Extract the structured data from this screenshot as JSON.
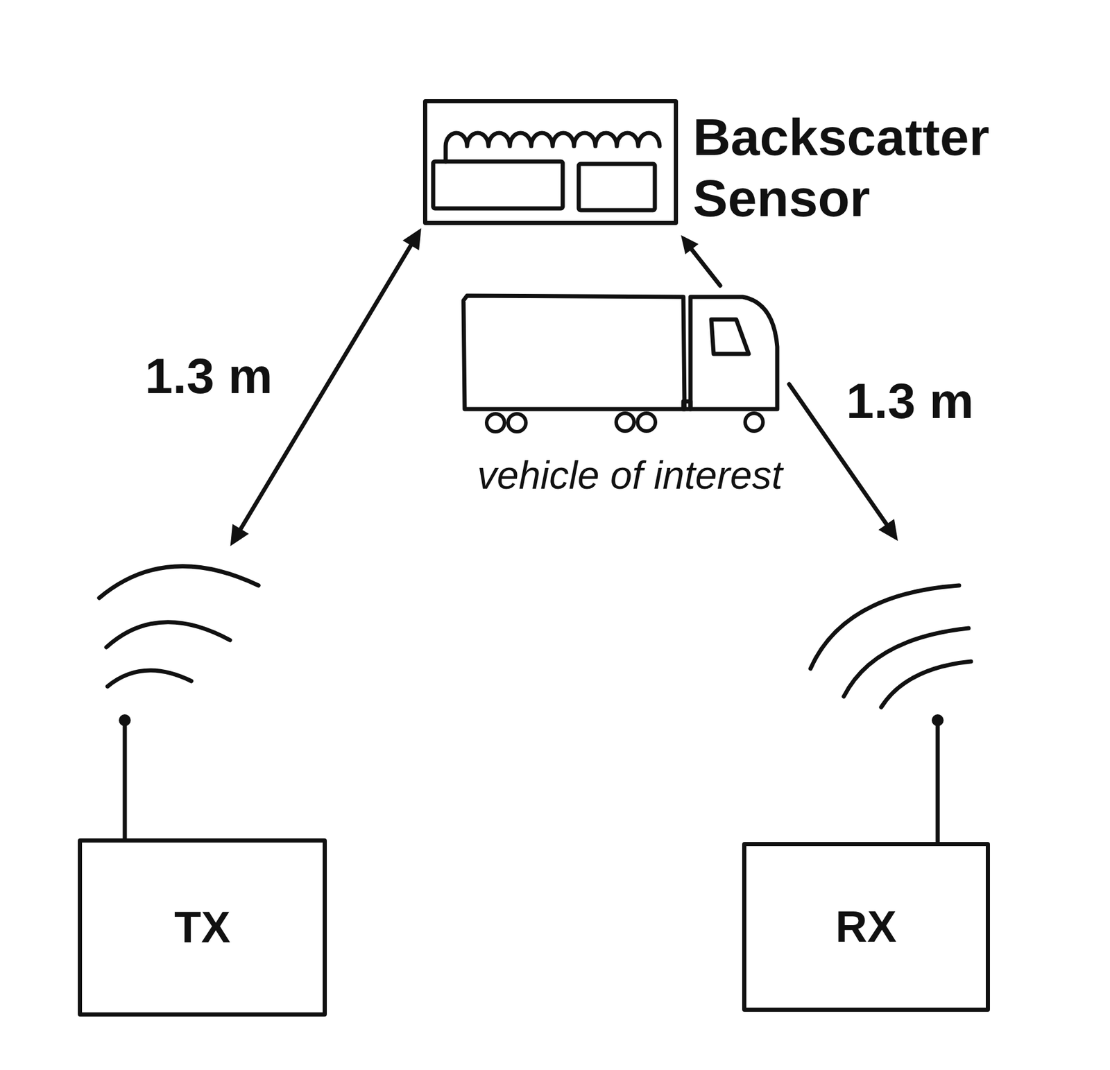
{
  "diagram": {
    "nodes": [
      {
        "text": [
          "Backscatter Sensor"
        ]
      },
      {
        "text": [
          "TX"
        ]
      },
      {
        "text": [
          "RX"
        ]
      }
    ],
    "edges": [
      {
        "from": 1,
        "to": 0,
        "arrow": "both"
      }
    ],
    "labels": [
      "1.3 m",
      "1.3 m",
      "vehicle of interest"
    ]
  }
}
